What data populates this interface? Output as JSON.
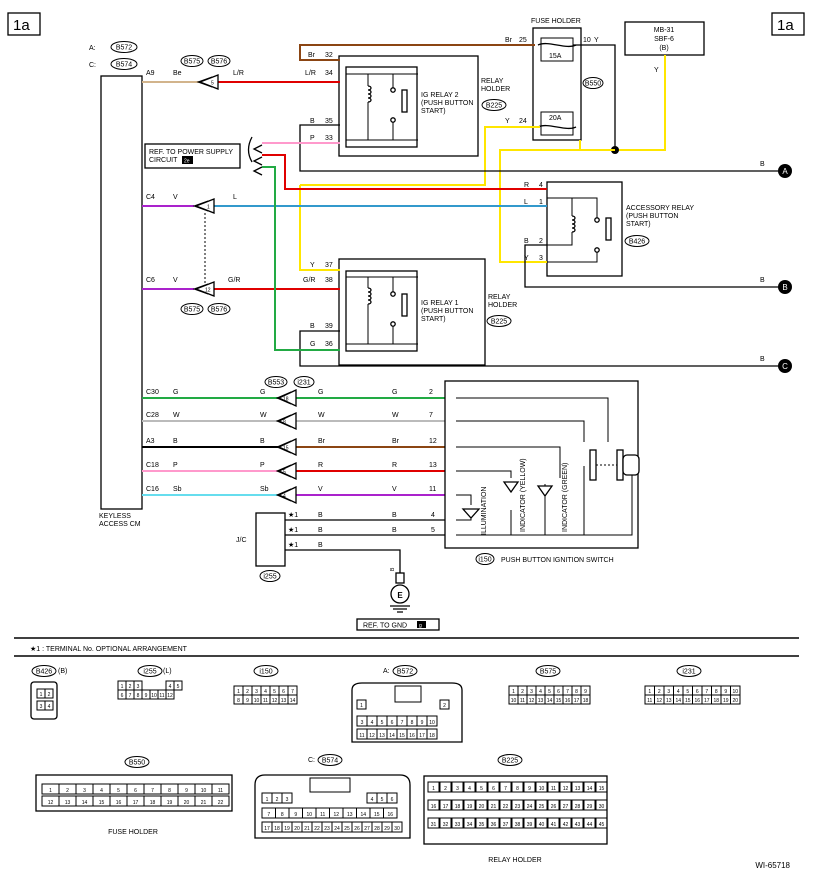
{
  "page_tag": "1a",
  "footer_code": "WI-65718",
  "footnote": "★1 : TERMINAL No. OPTIONAL ARRANGEMENT",
  "colors": {
    "brown": "#8B4513",
    "yellow": "#FFE600",
    "red": "#E00000",
    "tan": "#D2B48C",
    "pink": "#FF99CC",
    "blue": "#3399CC",
    "violet": "#AA22CC",
    "green": "#22AA44",
    "sky": "#66DDEE",
    "black": "#000000"
  },
  "keyless_cm": {
    "name": "KEYLESS\nACCESS CM",
    "conn_a": "A:",
    "conn_a_id": "B572",
    "conn_c": "C:",
    "conn_c_id": "B574"
  },
  "fuse_holder": {
    "title": "FUSE HOLDER",
    "fuse1": "15A",
    "fuse2": "20A",
    "id": "B550"
  },
  "mb31": {
    "line1": "MB-31",
    "line2": "SBF-6",
    "line3": "(B)"
  },
  "ig_relay2": {
    "label": "IG RELAY 2\n(PUSH BUTTON\nSTART)",
    "holder": "RELAY\nHOLDER",
    "id": "B225"
  },
  "ig_relay1": {
    "label": "IG RELAY 1\n(PUSH BUTTON\nSTART)",
    "holder": "RELAY\nHOLDER",
    "id": "B225"
  },
  "acc_relay": {
    "label": "ACCESSORY RELAY\n(PUSH BUTTON\nSTART)",
    "id": "B426"
  },
  "power_ref": {
    "text": "REF. TO POWER SUPPLY\nCIRCUIT",
    "tag": "2e"
  },
  "gnd_ref": {
    "text": "REF. TO GND",
    "tag": "g",
    "symbol": "E",
    "wire": "B"
  },
  "conn_pairs": {
    "p1a": "B575",
    "p1b": "B576",
    "p2a": "B575",
    "p2b": "B576",
    "p3a": "B553",
    "p3b": "i231"
  },
  "jc": {
    "label": "J/C",
    "id": "i255"
  },
  "push_switch": {
    "id": "i150",
    "label": "PUSH BUTTON IGNITION SWITCH",
    "illum": "ILLUMINATION",
    "ind_y": "INDICATOR (YELLOW)",
    "ind_g": "INDICATOR (GREEN)"
  },
  "buses": {
    "a": "A",
    "b": "B",
    "c": "C",
    "wire": "B"
  },
  "wires": {
    "a9": {
      "pin": "A9",
      "col": "Be",
      "col2": "L/R",
      "pin2": "34",
      "cn": "5"
    },
    "c4": {
      "pin": "C4",
      "col": "V",
      "col2": "L",
      "cn": "1"
    },
    "c6": {
      "pin": "C6",
      "col": "V",
      "col2": "G/R",
      "cn": "12"
    },
    "br32": {
      "col": "Br",
      "pin": "32"
    },
    "br25": {
      "col": "Br",
      "pin": "25",
      "col2": "10",
      "y": "Y"
    },
    "b35": {
      "col": "B",
      "pin": "35"
    },
    "p33": {
      "col": "P",
      "pin": "33"
    },
    "y24": {
      "col": "Y",
      "pin": "24"
    },
    "r4": {
      "col": "R",
      "pin": "4"
    },
    "l1": {
      "col": "L",
      "pin": "1"
    },
    "b2": {
      "col": "B",
      "pin": "2"
    },
    "y3": {
      "col": "Y",
      "pin": "3"
    },
    "y37": {
      "col": "Y",
      "pin": "37"
    },
    "gr38": {
      "col": "G/R",
      "pin": "38"
    },
    "b39": {
      "col": "B",
      "pin": "39"
    },
    "g36": {
      "col": "G",
      "pin": "36"
    },
    "mby": {
      "col": "Y"
    }
  },
  "switch_rows": [
    {
      "pin": "C30",
      "c1": "G",
      "c2": "G",
      "cn": "18",
      "c3": "G",
      "c4": "G",
      "sp": "2"
    },
    {
      "pin": "C28",
      "c1": "W",
      "c2": "W",
      "cn": "8",
      "c3": "W",
      "c4": "W",
      "sp": "7"
    },
    {
      "pin": "A3",
      "c1": "B",
      "c2": "B",
      "cn": "15",
      "c3": "Br",
      "c4": "Br",
      "sp": "12"
    },
    {
      "pin": "C18",
      "c1": "P",
      "c2": "P",
      "cn": "5",
      "c3": "R",
      "c4": "R",
      "sp": "13"
    },
    {
      "pin": "C16",
      "c1": "Sb",
      "c2": "Sb",
      "cn": "4",
      "c3": "V",
      "c4": "V",
      "sp": "11"
    }
  ],
  "gnd_rows": [
    {
      "mark": "★1",
      "c1": "B",
      "c2": "B",
      "sp": "4"
    },
    {
      "mark": "★1",
      "c1": "B",
      "c2": "B",
      "sp": "5"
    },
    {
      "mark": "★1",
      "c1": "B"
    }
  ],
  "connectors": {
    "b426": {
      "id": "B426",
      "suffix": "(B)",
      "pins": [
        "1",
        "2",
        "3",
        "4"
      ]
    },
    "i255": {
      "id": "i255",
      "suffix": "(L)",
      "row1": [
        "1",
        "2",
        "3"
      ],
      "row1b": [
        "4",
        "5"
      ],
      "row2": [
        "6",
        "7",
        "8",
        "9",
        "10",
        "11",
        "12"
      ]
    },
    "i150": {
      "id": "i150",
      "row1": [
        "1",
        "2",
        "3",
        "4",
        "5",
        "6",
        "7"
      ],
      "row2": [
        "8",
        "9",
        "10",
        "11",
        "12",
        "13",
        "14"
      ]
    },
    "b572": {
      "prefix": "A:",
      "id": "B572",
      "row0": [
        "1",
        "2"
      ],
      "row1": [
        "3",
        "4",
        "5",
        "6",
        "7",
        "8",
        "9",
        "10"
      ],
      "row2": [
        "11",
        "12",
        "13",
        "14",
        "15",
        "16",
        "17",
        "18"
      ]
    },
    "b575": {
      "id": "B575",
      "row1": [
        "1",
        "2",
        "3",
        "4",
        "5",
        "6",
        "7",
        "8",
        "9"
      ],
      "row2": [
        "10",
        "11",
        "12",
        "13",
        "14",
        "15",
        "16",
        "17",
        "18"
      ]
    },
    "i231": {
      "id": "i231",
      "row1": [
        "1",
        "2",
        "3",
        "4",
        "5",
        "6",
        "7",
        "8",
        "9",
        "10"
      ],
      "row2": [
        "11",
        "12",
        "13",
        "14",
        "15",
        "16",
        "17",
        "18",
        "19",
        "20"
      ]
    },
    "b550": {
      "id": "B550",
      "title": "FUSE HOLDER",
      "row1": [
        "1",
        "2",
        "3",
        "4",
        "5",
        "6",
        "7",
        "8",
        "9",
        "10",
        "11"
      ],
      "row2": [
        "12",
        "13",
        "14",
        "15",
        "16",
        "17",
        "18",
        "19",
        "20",
        "21",
        "22"
      ]
    },
    "b574": {
      "prefix": "C:",
      "id": "B574",
      "row1": [
        "1",
        "2",
        "3",
        "4",
        "5",
        "6"
      ],
      "row2": [
        "7",
        "8",
        "9",
        "10",
        "11",
        "12",
        "13",
        "14",
        "15",
        "16"
      ],
      "row3": [
        "17",
        "18",
        "19",
        "20",
        "21",
        "22",
        "23",
        "24",
        "25",
        "26",
        "27",
        "28",
        "29",
        "30"
      ]
    },
    "b225": {
      "id": "B225",
      "title": "RELAY HOLDER",
      "pins": [
        "1",
        "2",
        "3",
        "4",
        "5",
        "6",
        "7",
        "8",
        "9",
        "10",
        "11",
        "12",
        "13",
        "14",
        "15",
        "16",
        "17",
        "18",
        "19",
        "20",
        "21",
        "22",
        "23",
        "24",
        "25",
        "26",
        "27",
        "28",
        "29",
        "30",
        "31",
        "32",
        "33",
        "34",
        "35",
        "36",
        "37",
        "38",
        "39",
        "40",
        "41",
        "42",
        "43",
        "44",
        "45"
      ]
    }
  }
}
